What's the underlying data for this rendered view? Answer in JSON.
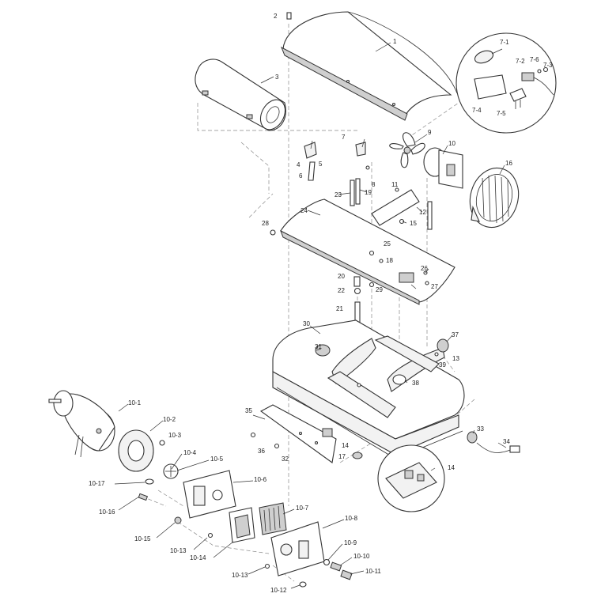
{
  "callouts": [
    {
      "id": "c1",
      "text": "1"
    },
    {
      "id": "c2",
      "text": "2"
    },
    {
      "id": "c3",
      "text": "3"
    },
    {
      "id": "c4",
      "text": "4"
    },
    {
      "id": "c5",
      "text": "5"
    },
    {
      "id": "c6",
      "text": "6"
    },
    {
      "id": "c7",
      "text": "7"
    },
    {
      "id": "c8",
      "text": "8"
    },
    {
      "id": "c9",
      "text": "9"
    },
    {
      "id": "c10",
      "text": "10"
    },
    {
      "id": "c11",
      "text": "11"
    },
    {
      "id": "c12",
      "text": "12"
    },
    {
      "id": "c13",
      "text": "13"
    },
    {
      "id": "c14a",
      "text": "14"
    },
    {
      "id": "c14b",
      "text": "14"
    },
    {
      "id": "c15",
      "text": "15"
    },
    {
      "id": "c16",
      "text": "16"
    },
    {
      "id": "c17",
      "text": "17"
    },
    {
      "id": "c18",
      "text": "18"
    },
    {
      "id": "c19",
      "text": "19"
    },
    {
      "id": "c20",
      "text": "20"
    },
    {
      "id": "c21",
      "text": "21"
    },
    {
      "id": "c22",
      "text": "22"
    },
    {
      "id": "c23",
      "text": "23"
    },
    {
      "id": "c24",
      "text": "24"
    },
    {
      "id": "c25",
      "text": "25"
    },
    {
      "id": "c26",
      "text": "26"
    },
    {
      "id": "c27",
      "text": "27"
    },
    {
      "id": "c28",
      "text": "28"
    },
    {
      "id": "c29",
      "text": "29"
    },
    {
      "id": "c30",
      "text": "30"
    },
    {
      "id": "c31",
      "text": "31"
    },
    {
      "id": "c32",
      "text": "32"
    },
    {
      "id": "c33",
      "text": "33"
    },
    {
      "id": "c34",
      "text": "34"
    },
    {
      "id": "c35",
      "text": "35"
    },
    {
      "id": "c36",
      "text": "36"
    },
    {
      "id": "c37",
      "text": "37"
    },
    {
      "id": "c38",
      "text": "38"
    },
    {
      "id": "c39",
      "text": "39"
    },
    {
      "id": "c7-1",
      "text": "7-1"
    },
    {
      "id": "c7-2",
      "text": "7-2"
    },
    {
      "id": "c7-3",
      "text": "7-3"
    },
    {
      "id": "c7-4",
      "text": "7-4"
    },
    {
      "id": "c7-5",
      "text": "7-5"
    },
    {
      "id": "c7-6",
      "text": "7-6"
    },
    {
      "id": "c10-1",
      "text": "10-1"
    },
    {
      "id": "c10-2",
      "text": "10-2"
    },
    {
      "id": "c10-3",
      "text": "10-3"
    },
    {
      "id": "c10-4",
      "text": "10-4"
    },
    {
      "id": "c10-5",
      "text": "10-5"
    },
    {
      "id": "c10-6",
      "text": "10-6"
    },
    {
      "id": "c10-7",
      "text": "10-7"
    },
    {
      "id": "c10-8",
      "text": "10-8"
    },
    {
      "id": "c10-9",
      "text": "10-9"
    },
    {
      "id": "c10-10",
      "text": "10-10"
    },
    {
      "id": "c10-11",
      "text": "10-11"
    },
    {
      "id": "c10-12",
      "text": "10-12"
    },
    {
      "id": "c10-13a",
      "text": "10-13"
    },
    {
      "id": "c10-13b",
      "text": "10-13"
    },
    {
      "id": "c10-14",
      "text": "10-14"
    },
    {
      "id": "c10-15",
      "text": "10-15"
    },
    {
      "id": "c10-16",
      "text": "10-16"
    },
    {
      "id": "c10-17",
      "text": "10-17"
    }
  ]
}
